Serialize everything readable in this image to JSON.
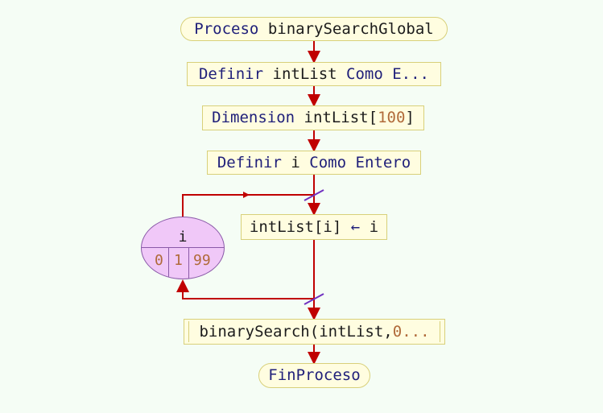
{
  "diagram": {
    "start": {
      "keyword": "Proceso",
      "name": "binarySearchGlobal"
    },
    "define_list": {
      "keyword": "Definir",
      "name": "intList",
      "rest": "Como E..."
    },
    "dimension": {
      "keyword": "Dimension",
      "name": "intList",
      "open": "[",
      "size": "100",
      "close": "]"
    },
    "define_i": {
      "keyword": "Definir",
      "name": "i",
      "keyword2": "Como",
      "type": "Entero"
    },
    "loop": {
      "variable": "i",
      "start": "0",
      "step": "1",
      "end": "99"
    },
    "assign": {
      "target": "intList",
      "open": "[",
      "index": "i",
      "close": "]",
      "arrow": "←",
      "value": "i"
    },
    "call": {
      "name": "binarySearch",
      "open": "(",
      "arg1": "intList",
      "comma": ",",
      "arg2": "0",
      "ellipsis": "..."
    },
    "end": {
      "keyword": "FinProceso"
    }
  },
  "colors": {
    "flow": "#c00000",
    "loop_marker": "#7030c0",
    "node_fill": "#fffde0",
    "loop_fill": "#f0c8f8"
  }
}
